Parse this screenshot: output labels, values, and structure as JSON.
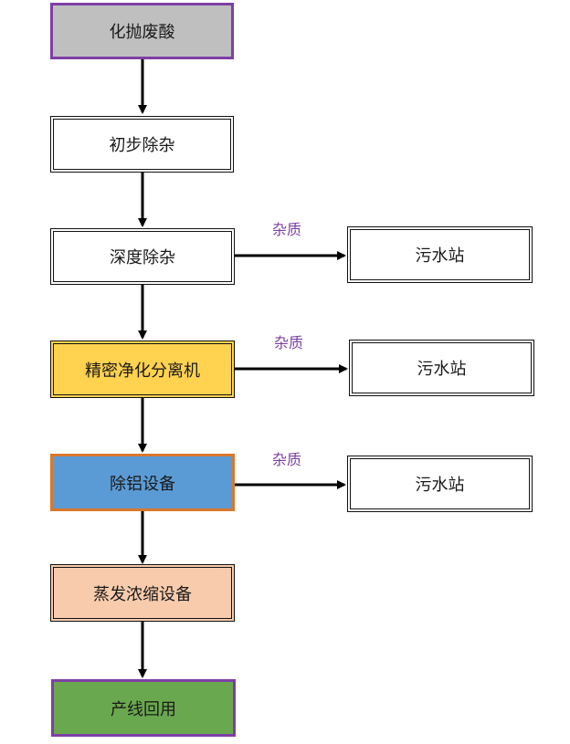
{
  "nodes": {
    "n1": {
      "label": "化抛废酸",
      "fill": "#bfbfbf",
      "border": "#7e3fa6"
    },
    "n2": {
      "label": "初步除杂",
      "fill": "#ffffff",
      "border": "#111111"
    },
    "n3": {
      "label": "深度除杂",
      "fill": "#ffffff",
      "border": "#111111"
    },
    "n4": {
      "label": "精密净化分离机",
      "fill": "#ffd24f",
      "border": "#111111"
    },
    "n5": {
      "label": "除铝设备",
      "fill": "#5b9bd5",
      "border": "#d9782d"
    },
    "n6": {
      "label": "蒸发浓缩设备",
      "fill": "#f8cbad",
      "border": "#111111"
    },
    "n7": {
      "label": "产线回用",
      "fill": "#6aa84f",
      "border": "#7e3fa6"
    }
  },
  "side_nodes": {
    "s1": {
      "label": "污水站"
    },
    "s2": {
      "label": "污水站"
    },
    "s3": {
      "label": "污水站"
    }
  },
  "edge_labels": {
    "e1": "杂质",
    "e2": "杂质",
    "e3": "杂质"
  },
  "colors": {
    "edge_label": "#7b3fa1",
    "arrow": "#000000"
  }
}
